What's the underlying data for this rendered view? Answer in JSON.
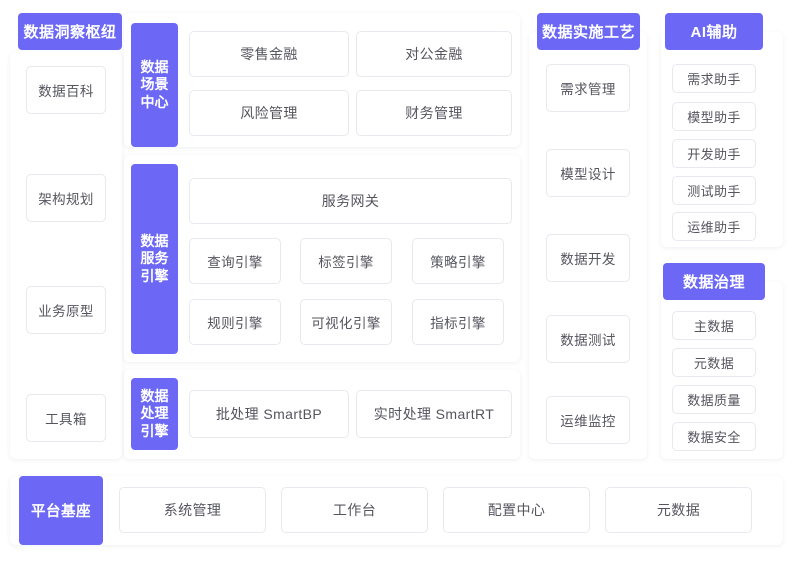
{
  "theme": {
    "accent": "#6c68f5",
    "card_border": "#e8e9ee",
    "card_text": "#55555f",
    "page_background": "#ffffff"
  },
  "sections": {
    "insight_hub": {
      "title": "数据洞察枢纽",
      "items": [
        {
          "label": "数据百科"
        },
        {
          "label": "架构规划"
        },
        {
          "label": "业务原型"
        },
        {
          "label": "工具箱"
        }
      ]
    },
    "scene_center": {
      "title": "数据场景中心",
      "items": [
        {
          "label": "零售金融"
        },
        {
          "label": "对公金融"
        },
        {
          "label": "风险管理"
        },
        {
          "label": "财务管理"
        }
      ]
    },
    "service_engine": {
      "title": "数据服务引擎",
      "gateway": {
        "label": "服务网关"
      },
      "items": [
        {
          "label": "查询引擎"
        },
        {
          "label": "标签引擎"
        },
        {
          "label": "策略引擎"
        },
        {
          "label": "规则引擎"
        },
        {
          "label": "可视化引擎"
        },
        {
          "label": "指标引擎"
        }
      ]
    },
    "process_engine": {
      "title": "数据处理引擎",
      "items": [
        {
          "label": "批处理 SmartBP"
        },
        {
          "label": "实时处理  SmartRT"
        }
      ]
    },
    "implementation_craft": {
      "title": "数据实施工艺",
      "items": [
        {
          "label": "需求管理"
        },
        {
          "label": "模型设计"
        },
        {
          "label": "数据开发"
        },
        {
          "label": "数据测试"
        },
        {
          "label": "运维监控"
        }
      ]
    },
    "ai_assist": {
      "title": "AI辅助",
      "items": [
        {
          "label": "需求助手"
        },
        {
          "label": "模型助手"
        },
        {
          "label": "开发助手"
        },
        {
          "label": "测试助手"
        },
        {
          "label": "运维助手"
        }
      ]
    },
    "data_governance": {
      "title": "数据治理",
      "items": [
        {
          "label": "主数据"
        },
        {
          "label": "元数据"
        },
        {
          "label": "数据质量"
        },
        {
          "label": "数据安全"
        }
      ]
    },
    "platform_base": {
      "title": "平台基座",
      "items": [
        {
          "label": "系统管理"
        },
        {
          "label": "工作台"
        },
        {
          "label": "配置中心"
        },
        {
          "label": "元数据"
        }
      ]
    }
  }
}
